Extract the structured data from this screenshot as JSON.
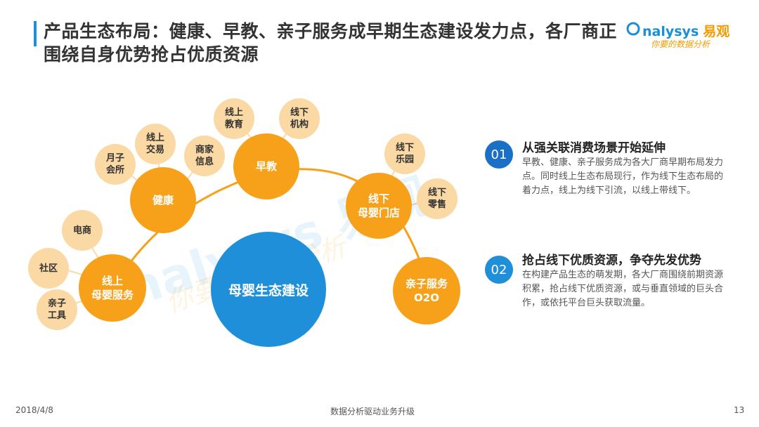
{
  "header": {
    "title": "产品生态布局：健康、早教、亲子服务成早期生态建设发力点，各厂商正围绕自身优势抢占优质资源",
    "logo_brand": "nalysys",
    "logo_brand_cn": "易观",
    "logo_tagline": "你要的数据分析"
  },
  "diagram": {
    "center": "母婴生态建设",
    "hubs": {
      "online_maternal": "线上\n母婴服务",
      "health": "健康",
      "early_edu": "早教",
      "offline_store": "线下\n母婴门店",
      "parent_o2o": "亲子服务\nO2O"
    },
    "leaves": {
      "community": "社区",
      "ecommerce": "电商",
      "parent_tools": "亲子\n工具",
      "confinement": "月子\n会所",
      "online_trade": "线上\n交易",
      "merchant_info": "商家\n信息",
      "online_edu": "线上\n教育",
      "offline_org": "线下\n机构",
      "offline_park": "线下\n乐园",
      "offline_retail": "线下\n零售"
    }
  },
  "points": [
    {
      "number": "01",
      "title": "从强关联消费场景开始延伸",
      "desc": "早教、健康、亲子服务成为各大厂商早期布局发力点。同时线上生态布局现行，作为线下生态布局的着力点，线上为线下引流，以线上带线下。"
    },
    {
      "number": "02",
      "title": "抢占线下优质资源，争夺先发优势",
      "desc": "在构建产品生态的萌发期，各大厂商围绕前期资源积累，抢占线下优质资源，或与垂直领域的巨头合作，或依托平台巨头获取流量。"
    }
  ],
  "footer": {
    "date": "2018/4/8",
    "center": "数据分析驱动业务升级",
    "page": "13"
  },
  "colors": {
    "accent_blue": "#1e8fd8",
    "orange": "#f7a11a",
    "light_orange": "#fbd9a4"
  }
}
